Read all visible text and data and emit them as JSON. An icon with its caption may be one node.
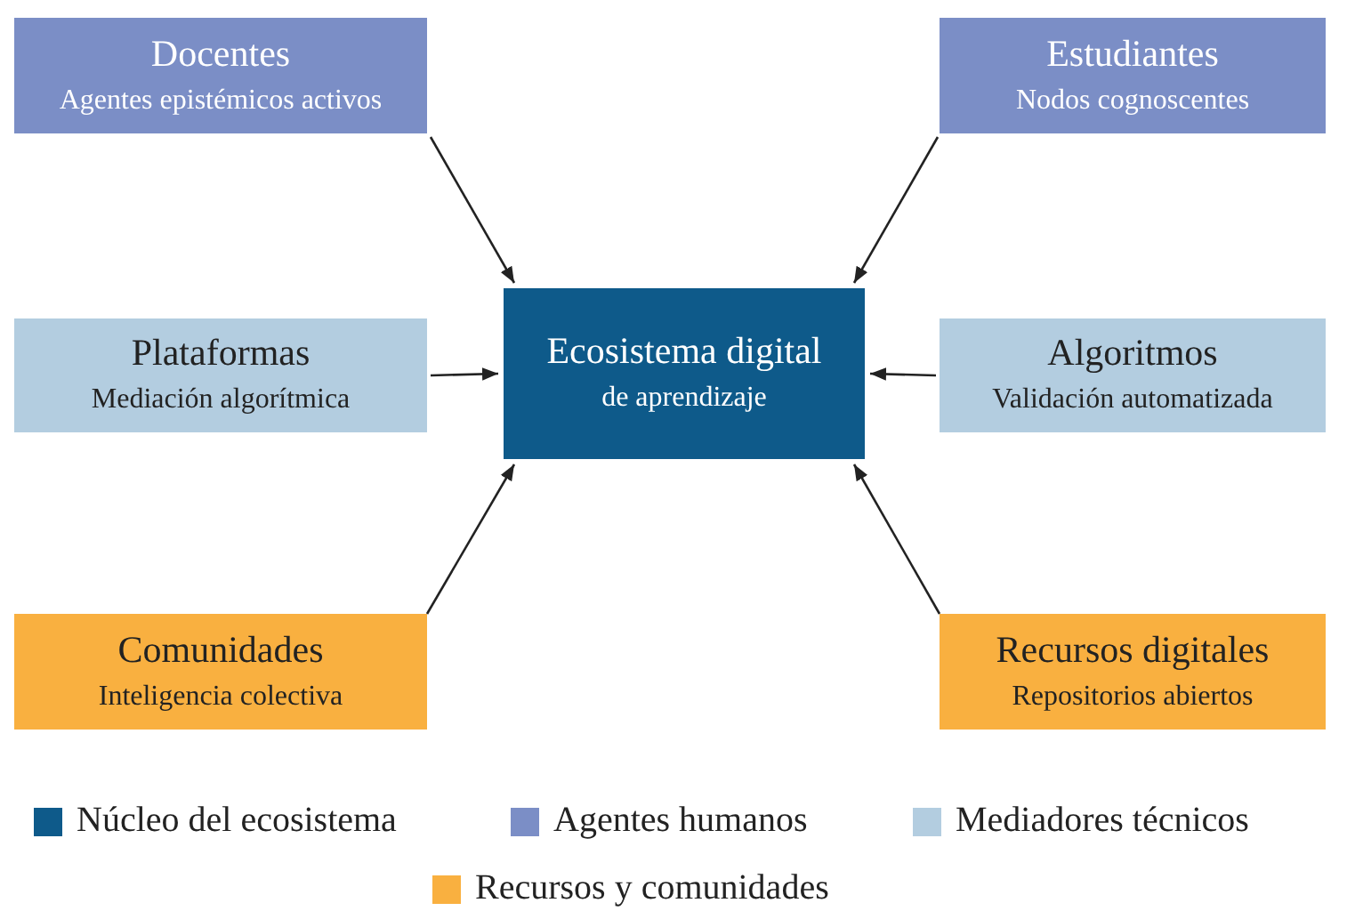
{
  "diagram": {
    "nodes": [
      {
        "text": [
          "Docentes",
          "Agentes epistémicos activos"
        ]
      },
      {
        "text": [
          "Estudiantes",
          "Nodos cognoscentes"
        ]
      },
      {
        "text": [
          "Plataformas",
          "Mediación algorítmica"
        ]
      },
      {
        "text": [
          "Ecosistema digital",
          "de aprendizaje"
        ]
      },
      {
        "text": [
          "Algoritmos",
          "Validación automatizada"
        ]
      },
      {
        "text": [
          "Comunidades",
          "Inteligencia colectiva"
        ]
      },
      {
        "text": [
          "Recursos digitales",
          "Repositorios abiertos"
        ]
      }
    ],
    "edges": [
      {
        "from": 0,
        "to": 3,
        "arrow": "to"
      },
      {
        "from": 1,
        "to": 3,
        "arrow": "to"
      },
      {
        "from": 2,
        "to": 3,
        "arrow": "to"
      },
      {
        "from": 4,
        "to": 3,
        "arrow": "to"
      },
      {
        "from": 5,
        "to": 3,
        "arrow": "to"
      },
      {
        "from": 6,
        "to": 3,
        "arrow": "to"
      }
    ],
    "legend": [
      {
        "text": "Núcleo del ecosistema",
        "color": "#0e5a8a"
      },
      {
        "text": "Agentes humanos",
        "color": "#7b8ec6"
      },
      {
        "text": "Mediadores técnicos",
        "color": "#b3cde0"
      },
      {
        "text": "Recursos y comunidades",
        "color": "#f9b040"
      }
    ]
  }
}
